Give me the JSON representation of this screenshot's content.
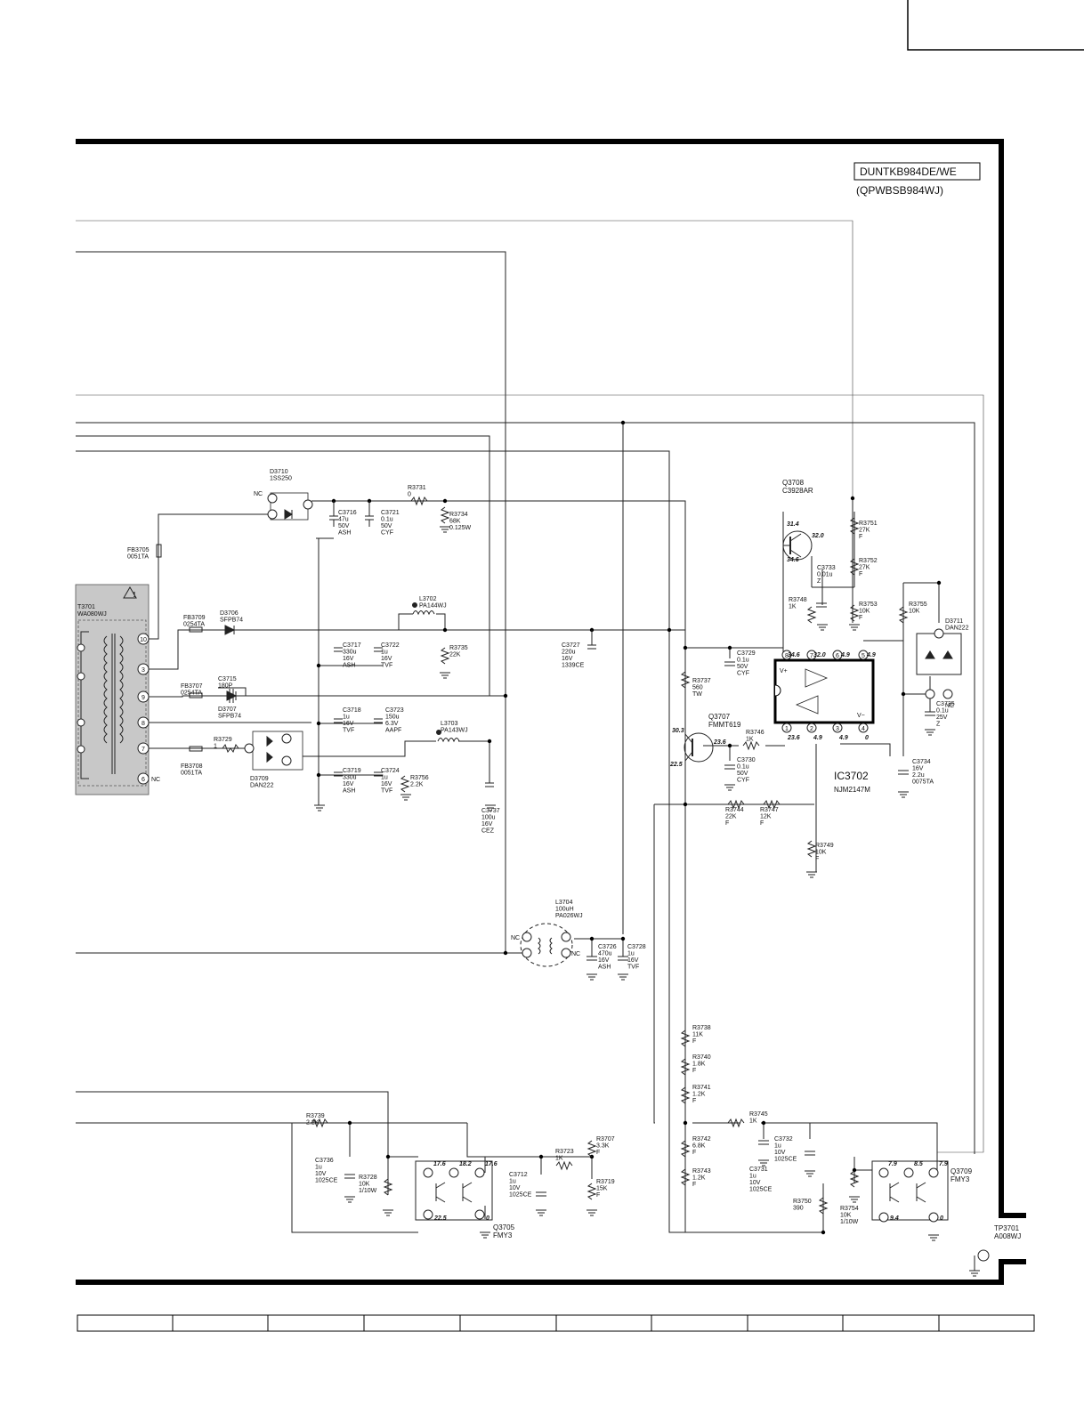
{
  "header": {
    "model": "DUNTKB984DE/WE",
    "part_number": "(QPWBSB984WJ)"
  },
  "transformer": {
    "ref": "T3701",
    "part": "WA080WJ",
    "pins": [
      "10",
      "3",
      "9",
      "8",
      "7",
      "6"
    ],
    "nc": "NC",
    "warning": "!"
  },
  "components": [
    {
      "id": "d3710",
      "lines": [
        "D3710",
        "1SS250"
      ]
    },
    {
      "id": "fb3705",
      "lines": [
        "FB3705",
        "0051TA"
      ]
    },
    {
      "id": "c3716",
      "lines": [
        "C3716",
        "47u",
        "50V",
        "ASH"
      ]
    },
    {
      "id": "c3721",
      "lines": [
        "C3721",
        "0.1u",
        "50V",
        "CYF"
      ]
    },
    {
      "id": "r3731",
      "lines": [
        "R3731",
        "0"
      ]
    },
    {
      "id": "r3734",
      "lines": [
        "R3734",
        "68K",
        "0.125W"
      ]
    },
    {
      "id": "fb3709",
      "lines": [
        "FB3709",
        "0254TA"
      ]
    },
    {
      "id": "d3706",
      "lines": [
        "D3706",
        "SFPB74"
      ]
    },
    {
      "id": "l3702",
      "lines": [
        "L3702",
        "PA144WJ"
      ]
    },
    {
      "id": "c3717",
      "lines": [
        "C3717",
        "330u",
        "16V",
        "ASH"
      ]
    },
    {
      "id": "c3722",
      "lines": [
        "C3722",
        "1u",
        "16V",
        "TVF"
      ]
    },
    {
      "id": "r3735",
      "lines": [
        "R3735",
        "22K"
      ]
    },
    {
      "id": "c3727",
      "lines": [
        "C3727",
        "220u",
        "16V",
        "1339CE"
      ]
    },
    {
      "id": "c3715",
      "lines": [
        "C3715",
        "180P"
      ]
    },
    {
      "id": "fb3707",
      "lines": [
        "FB3707",
        "0254TA"
      ]
    },
    {
      "id": "d3707",
      "lines": [
        "D3707",
        "SFPB74"
      ]
    },
    {
      "id": "c3718",
      "lines": [
        "C3718",
        "1u",
        "16V",
        "TVF"
      ]
    },
    {
      "id": "c3723",
      "lines": [
        "C3723",
        "150u",
        "6.3V",
        "AAPF"
      ]
    },
    {
      "id": "l3703",
      "lines": [
        "L3703",
        "PA143WJ"
      ]
    },
    {
      "id": "r3729",
      "lines": [
        "R3729",
        "1"
      ]
    },
    {
      "id": "fb3708",
      "lines": [
        "FB3708",
        "0051TA"
      ]
    },
    {
      "id": "d3709",
      "lines": [
        "D3709",
        "DAN222"
      ]
    },
    {
      "id": "c3719",
      "lines": [
        "C3719",
        "330u",
        "16V",
        "ASH"
      ]
    },
    {
      "id": "c3724",
      "lines": [
        "C3724",
        "1u",
        "16V",
        "TVF"
      ]
    },
    {
      "id": "r3756",
      "lines": [
        "R3756",
        "2.2K"
      ]
    },
    {
      "id": "c3737",
      "lines": [
        "C3737",
        "100u",
        "16V",
        "CEZ"
      ]
    },
    {
      "id": "q3708",
      "lines": [
        "Q3708",
        "C3928AR"
      ]
    },
    {
      "id": "r3751",
      "lines": [
        "R3751",
        "27K",
        "F"
      ]
    },
    {
      "id": "r3752",
      "lines": [
        "R3752",
        "27K",
        "F"
      ]
    },
    {
      "id": "c3733",
      "lines": [
        "C3733",
        "0.01u",
        "Z"
      ]
    },
    {
      "id": "r3748",
      "lines": [
        "R3748",
        "1K"
      ]
    },
    {
      "id": "r3753",
      "lines": [
        "R3753",
        "10K",
        "F"
      ]
    },
    {
      "id": "r3755",
      "lines": [
        "R3755",
        "10K"
      ]
    },
    {
      "id": "d3711",
      "lines": [
        "D3711",
        "DAN222"
      ]
    },
    {
      "id": "c3729",
      "lines": [
        "C3729",
        "0.1u",
        "50V",
        "CYF"
      ]
    },
    {
      "id": "r3737",
      "lines": [
        "R3737",
        "560",
        "TW"
      ]
    },
    {
      "id": "q3707",
      "lines": [
        "Q3707",
        "FMMT619"
      ]
    },
    {
      "id": "r3746",
      "lines": [
        "R3746",
        "1K"
      ]
    },
    {
      "id": "c3730",
      "lines": [
        "C3730",
        "0.1u",
        "50V",
        "CYF"
      ]
    },
    {
      "id": "c3735",
      "lines": [
        "C3735",
        "0.1u",
        "25V",
        "Z"
      ]
    },
    {
      "id": "c3734",
      "lines": [
        "C3734",
        "16V",
        "2.2u",
        "0075TA"
      ]
    },
    {
      "id": "r3744",
      "lines": [
        "R3744",
        "22K",
        "F"
      ]
    },
    {
      "id": "r3747",
      "lines": [
        "R3747",
        "12K",
        "F"
      ]
    },
    {
      "id": "r3749",
      "lines": [
        "R3749",
        "10K",
        "F"
      ]
    },
    {
      "id": "l3704",
      "lines": [
        "L3704",
        "100uH",
        "PA026WJ"
      ]
    },
    {
      "id": "c3726",
      "lines": [
        "C3726",
        "470u",
        "16V",
        "ASH"
      ]
    },
    {
      "id": "c3728",
      "lines": [
        "C3728",
        "1u",
        "16V",
        "TVF"
      ]
    },
    {
      "id": "r3738",
      "lines": [
        "R3738",
        "11K",
        "F"
      ]
    },
    {
      "id": "r3740",
      "lines": [
        "R3740",
        "1.8K",
        "F"
      ]
    },
    {
      "id": "r3741",
      "lines": [
        "R3741",
        "1.2K",
        "F"
      ]
    },
    {
      "id": "r3745",
      "lines": [
        "R3745",
        "1K"
      ]
    },
    {
      "id": "c3732",
      "lines": [
        "C3732",
        "1u",
        "10V",
        "1025CE"
      ]
    },
    {
      "id": "r3742",
      "lines": [
        "R3742",
        "6.8K",
        "F"
      ]
    },
    {
      "id": "c3731",
      "lines": [
        "C3731",
        "1u",
        "10V",
        "1025CE"
      ]
    },
    {
      "id": "r3743",
      "lines": [
        "R3743",
        "1.2K",
        "F"
      ]
    },
    {
      "id": "r3750",
      "lines": [
        "R3750",
        "390"
      ]
    },
    {
      "id": "r3754",
      "lines": [
        "R3754",
        "10K",
        "1/10W"
      ]
    },
    {
      "id": "q3709",
      "lines": [
        "Q3709",
        "FMY3"
      ]
    },
    {
      "id": "r3739",
      "lines": [
        "R3739",
        "2.2K"
      ]
    },
    {
      "id": "c3736",
      "lines": [
        "C3736",
        "1u",
        "10V",
        "1025CE"
      ]
    },
    {
      "id": "r3728",
      "lines": [
        "R3728",
        "10K",
        "1/10W"
      ]
    },
    {
      "id": "c3712",
      "lines": [
        "C3712",
        "1u",
        "10V",
        "1025CE"
      ]
    },
    {
      "id": "r3723",
      "lines": [
        "R3723",
        "1K"
      ]
    },
    {
      "id": "r3707",
      "lines": [
        "R3707",
        "3.3K",
        "F"
      ]
    },
    {
      "id": "r3719",
      "lines": [
        "R3719",
        "15K",
        "F"
      ]
    },
    {
      "id": "q3705",
      "lines": [
        "Q3705",
        "FMY3"
      ]
    },
    {
      "id": "tp3701",
      "lines": [
        "TP3701",
        "A008WJ"
      ]
    }
  ],
  "ic": {
    "ref": "IC3702",
    "part": "NJM2147M",
    "vplus": "V+",
    "vminus": "V−",
    "top_pins": [
      "8",
      "7",
      "6",
      "5"
    ],
    "bottom_pins": [
      "1",
      "2",
      "3",
      "4"
    ]
  },
  "voltages": {
    "q3708_e": "31.4",
    "q3708_c": "32.0",
    "q3708_b": "34.6",
    "ic_p8": "34.6",
    "ic_p7": "32.0",
    "ic_p6": "4.9",
    "ic_p5": "4.9",
    "ic_p1": "23.6",
    "ic_p2": "4.9",
    "ic_p3": "4.9",
    "ic_p4": "0",
    "q3707_c": "30.3",
    "q3707_b": "23.6",
    "q3707_e": "22.5",
    "q3705_p3": "17.6",
    "q3705_p4": "18.2",
    "q3705_p5": "17.6",
    "q3705_p2": "22.5",
    "q3705_p1": "0",
    "q3709_p3": "7.9",
    "q3709_p4": "8.5",
    "q3709_p5": "7.9",
    "q3709_p2": "9.4",
    "q3709_p1": "0"
  },
  "labels": {
    "nc": "NC"
  }
}
